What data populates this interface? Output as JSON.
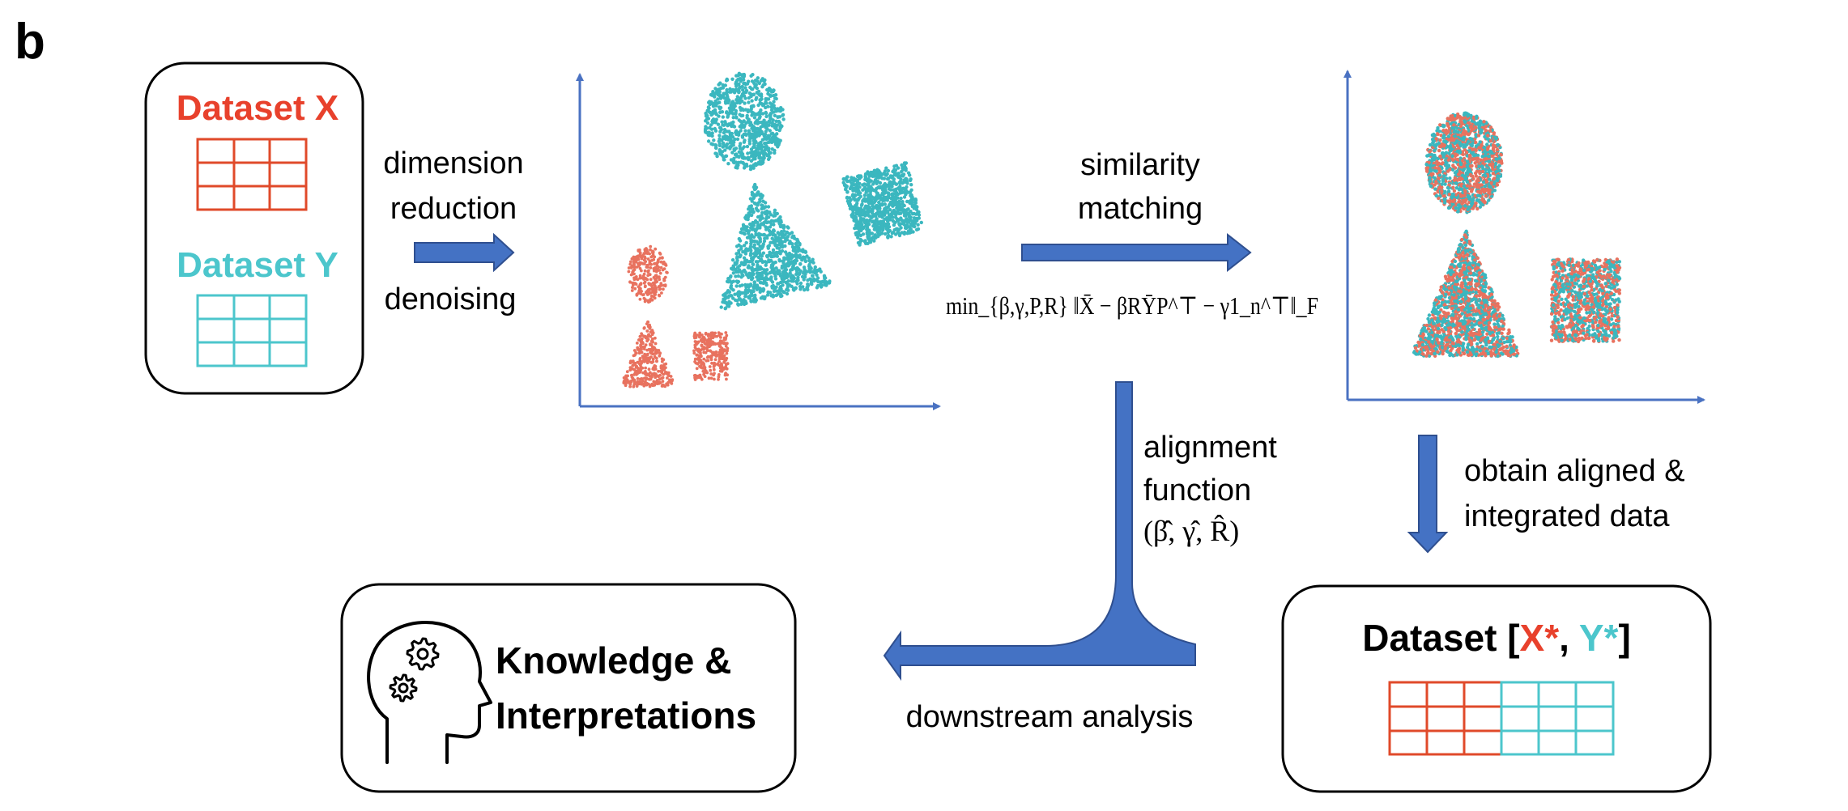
{
  "panel_label": "b",
  "datasets_box": {
    "dataset_x_label": "Dataset X",
    "dataset_y_label": "Dataset Y"
  },
  "step1": {
    "top_line1": "dimension",
    "top_line2": "reduction",
    "bottom_text": "denoising"
  },
  "step2": {
    "line1": "similarity",
    "line2": "matching",
    "objective": "min_{β,γ,P,R} ‖X̄ − βRȲP^⊤ − γ1_n^⊤‖_F"
  },
  "step3": {
    "line1": "alignment",
    "line2": "function",
    "line3": "(β̂, γ̂, R̂)"
  },
  "step4": {
    "line1": "obtain aligned &",
    "line2": "integrated data"
  },
  "step5": {
    "label": "downstream analysis"
  },
  "result_box": {
    "title_prefix": "Dataset [",
    "title_x": "X*",
    "title_sep": ", ",
    "title_y": "Y*",
    "title_suffix": "]"
  },
  "knowledge_box": {
    "line1": "Knowledge &",
    "line2": "Interpretations"
  },
  "colors": {
    "red": "#e8412c",
    "cyan": "#4cc6cc",
    "arrow_fill": "#4472c4",
    "arrow_stroke": "#2f4f8f",
    "axis": "#4a72c2",
    "point_red": "#e8725f",
    "point_cyan": "#3bb7bf"
  },
  "icons": [
    "head-gears-icon"
  ]
}
